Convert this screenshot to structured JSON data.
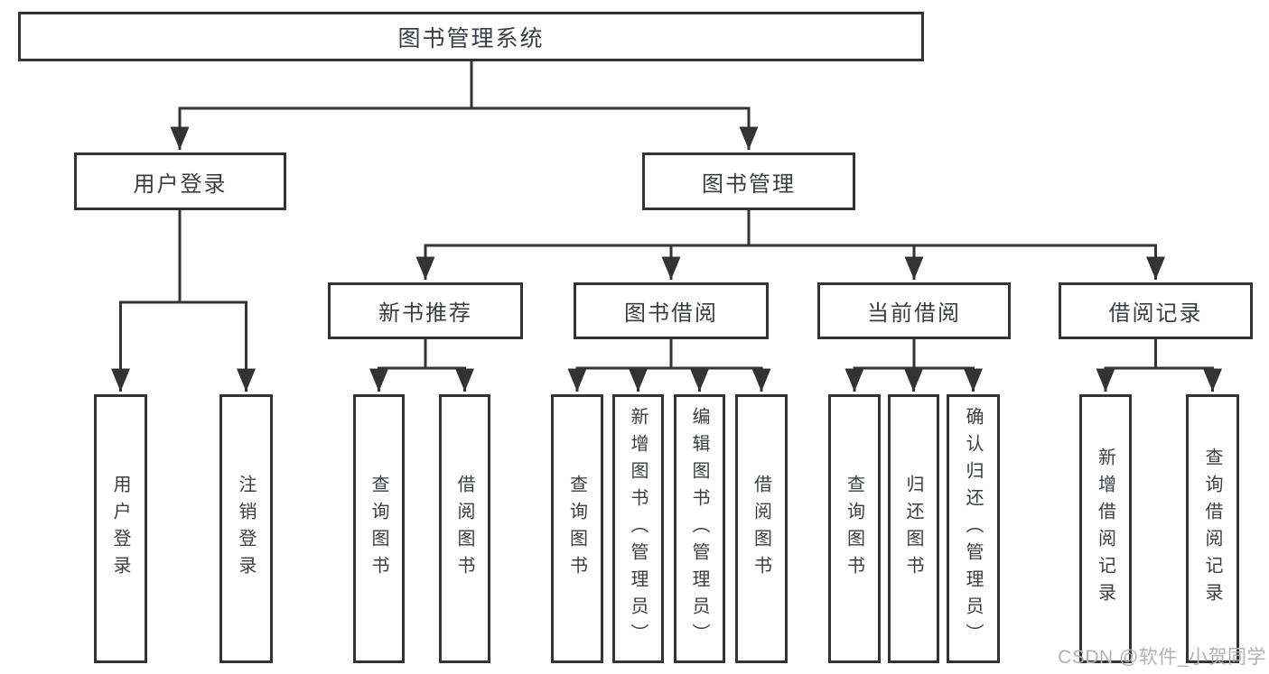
{
  "tree": {
    "root": "图书管理系统",
    "branches": [
      {
        "label": "用户登录",
        "leaves": [
          "用户登录",
          "注销登录"
        ]
      },
      {
        "label": "图书管理",
        "groups": [
          {
            "label": "新书推荐",
            "leaves": [
              "查询图书",
              "借阅图书"
            ]
          },
          {
            "label": "图书借阅",
            "leaves": [
              "查询图书",
              "新增图书（管理员）",
              "编辑图书（管理员）",
              "借阅图书"
            ]
          },
          {
            "label": "当前借阅",
            "leaves": [
              "查询图书",
              "归还图书",
              "确认归还（管理员）"
            ]
          },
          {
            "label": "借阅记录",
            "leaves": [
              "新增借阅记录",
              "查询借阅记录"
            ]
          }
        ]
      }
    ]
  },
  "watermark": "CSDN @软件_小贺同学",
  "colors": {
    "line": "#333333",
    "text": "#3b3d42",
    "watermark": "#b2b2b2",
    "background": "#ffffff"
  }
}
